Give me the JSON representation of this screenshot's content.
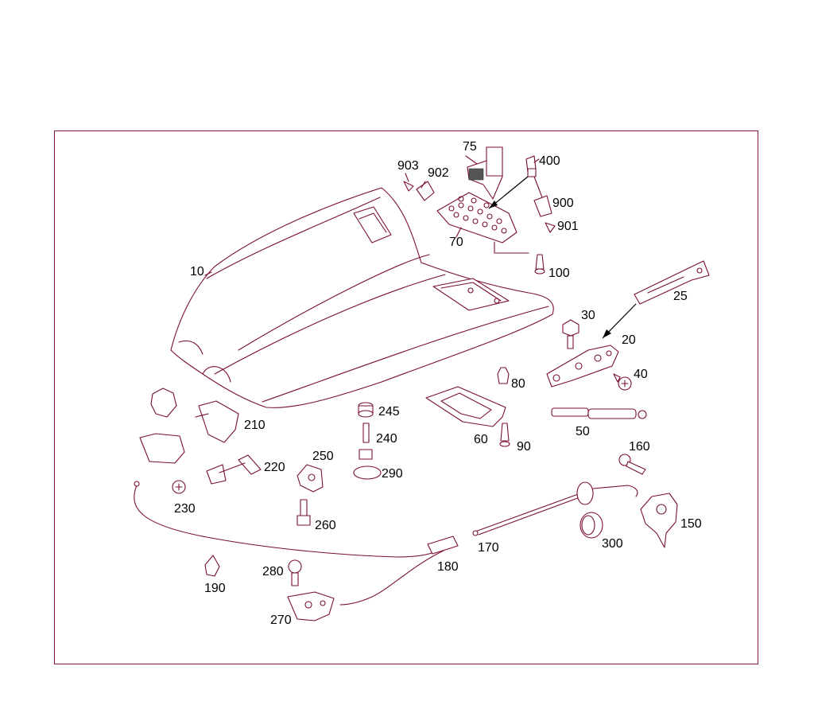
{
  "diagram": {
    "part_numbers": {
      "p10": "10",
      "p20": "20",
      "p25": "25",
      "p30": "30",
      "p40": "40",
      "p50": "50",
      "p60": "60",
      "p70": "70",
      "p75": "75",
      "p80": "80",
      "p90": "90",
      "p100": "100",
      "p150": "150",
      "p160": "160",
      "p170": "170",
      "p180": "180",
      "p190": "190",
      "p210": "210",
      "p220": "220",
      "p230": "230",
      "p240": "240",
      "p245": "245",
      "p250": "250",
      "p260": "260",
      "p270": "270",
      "p280": "280",
      "p290": "290",
      "p300": "300",
      "p400": "400",
      "p900": "900",
      "p901": "901",
      "p902": "902",
      "p903": "903"
    }
  },
  "colors": {
    "line": "#7a1030",
    "frame": "#8a1a3a",
    "label": "#000000"
  }
}
